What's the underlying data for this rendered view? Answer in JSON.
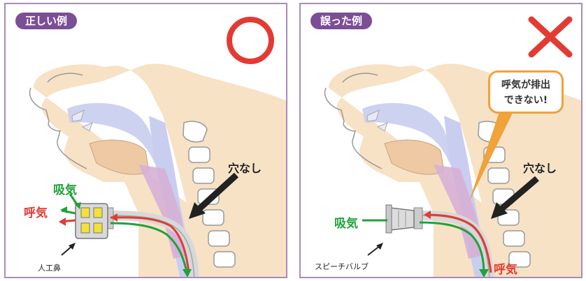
{
  "left": {
    "badge": "正しい例",
    "mark_icon": "circle-correct-icon",
    "label_no_hole": "穴なし",
    "label_inhale": "吸気",
    "label_exhale": "呼気",
    "device_label": "人工鼻"
  },
  "right": {
    "badge": "誤った例",
    "mark_icon": "cross-wrong-icon",
    "callout_line1": "呼気が排出",
    "callout_line2": "できない!",
    "label_no_hole": "穴なし",
    "label_inhale": "吸気",
    "label_exhale": "呼気",
    "device_label": "スピーチバルブ"
  },
  "colors": {
    "frame": "#a98bbd",
    "badge": "#7b4e96",
    "inhale": "#1fa23a",
    "exhale": "#e23b34",
    "callout": "#f0a23b",
    "skin": "#f7e2c6",
    "airway": "#c9cdf0",
    "trachea": "#d6b0d6"
  }
}
